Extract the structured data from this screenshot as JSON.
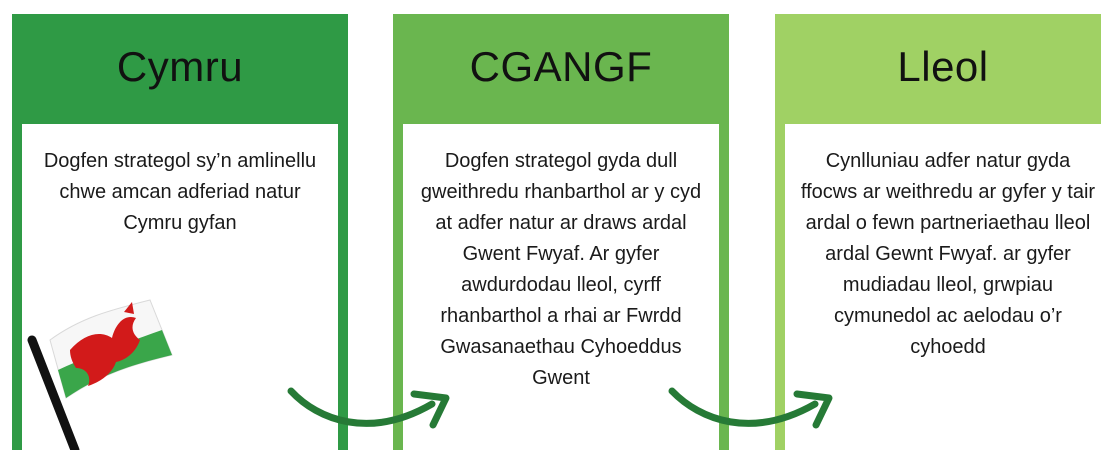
{
  "panels": [
    {
      "title": "Cymru",
      "text": "Dogfen strategol sy’n amlinellu chwe amcan adferiad natur Cymru gyfan",
      "color": "#2f9a45"
    },
    {
      "title": "CGANGF",
      "text": "Dogfen strategol gyda dull gweithredu rhanbarthol ar y cyd at adfer natur ar draws ardal Gwent Fwyaf. Ar gyfer awdurdodau lleol, cyrff rhanbarthol a rhai ar Fwrdd Gwasanaethau Cyhoeddus Gwent",
      "color": "#6ab64f"
    },
    {
      "title": "Lleol",
      "text": "Cynlluniau adfer natur gyda ffocws ar weithredu ar gyfer y tair ardal o fewn partneriaethau lleol ardal Gewnt Fwyaf. ar gyfer mudiadau lleol, grwpiau cymunedol ac aelodau o’r cyhoedd",
      "color": "#a0d164"
    }
  ],
  "arrow_color": "#267a36",
  "flag": {
    "icon": "welsh-flag-icon",
    "white": "#f7f7f7",
    "green": "#3aa64a",
    "dragon": "#d21a1a"
  }
}
